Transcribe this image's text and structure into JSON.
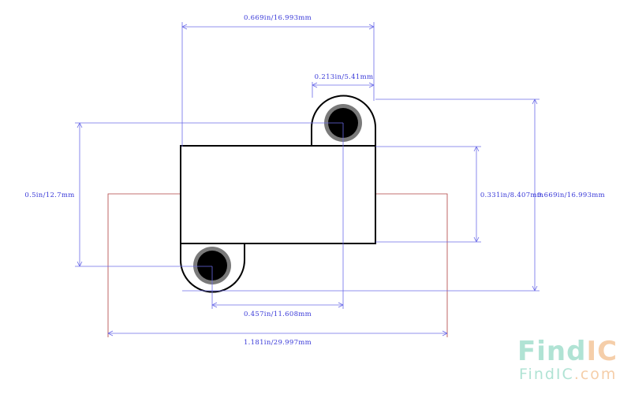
{
  "dimensions": {
    "top_width": "0.669in/16.993mm",
    "pin_offset": "0.213in/5.41mm",
    "left_height": "0.5in/12.7mm",
    "body_height": "0.331in/8.407mm",
    "right_height": "0.669in/16.993mm",
    "pin_spacing": "0.457in/11.608mm",
    "total_length": "1.181in/29.997mm"
  },
  "watermark": {
    "brand_part1": "Find",
    "brand_part2": "IC",
    "site_part1": "FindIC",
    "site_part2": ".com"
  },
  "colors": {
    "dimension": "#3a3ad8",
    "outline": "#000000",
    "lead": "#b04040",
    "watermark_teal": "#a8e0d0",
    "watermark_orange": "#f5c9a0"
  }
}
